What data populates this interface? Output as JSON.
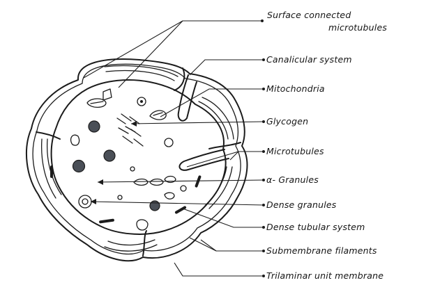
{
  "diagram": {
    "labels": {
      "surface_microtubules_line1": "Surface connected",
      "surface_microtubules_line2": "microtubules",
      "canalicular": "Canalicular system",
      "mitochondria": "Mitochondria",
      "glycogen": "Glycogen",
      "microtubules": "Microtubules",
      "alpha_granules": "α- Granules",
      "dense_granules": "Dense granules",
      "dense_tubular": "Dense tubular system",
      "submembrane": "Submembrane filaments",
      "trilaminar": "Trilaminar unit membrane"
    }
  }
}
